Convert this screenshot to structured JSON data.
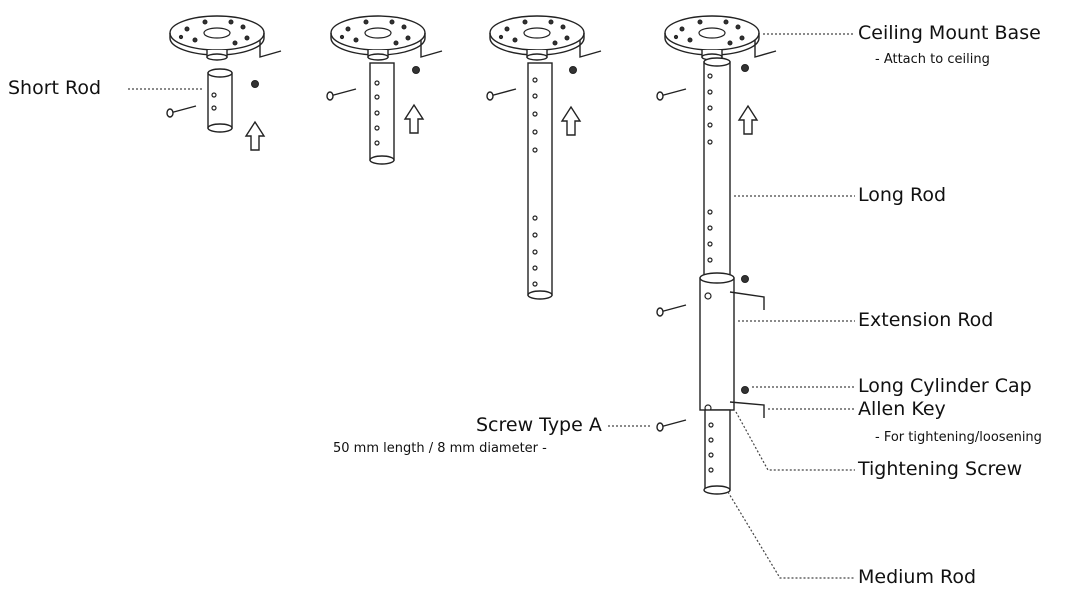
{
  "labels": {
    "short_rod": "Short Rod",
    "ceiling_mount_base": "Ceiling Mount Base",
    "ceiling_mount_base_note": "- Attach to ceiling",
    "long_rod": "Long Rod",
    "extension_rod": "Extension Rod",
    "long_cylinder_cap": "Long Cylinder Cap",
    "allen_key": "Allen Key",
    "allen_key_note": "- For tightening/loosening",
    "tightening_screw": "Tightening Screw",
    "screw_type_a": "Screw Type A",
    "screw_type_a_note": "50 mm length / 8 mm diameter -",
    "medium_rod": "Medium Rod"
  },
  "colors": {
    "ink": "#222222",
    "background": "#ffffff"
  }
}
